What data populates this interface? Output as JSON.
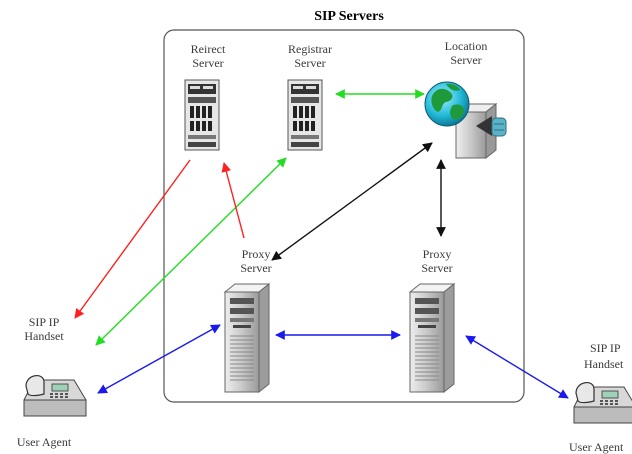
{
  "title": "SIP Servers",
  "nodes": {
    "redirect": {
      "line1": "Reirect",
      "line2": "Server"
    },
    "registrar": {
      "line1": "Registrar",
      "line2": "Server"
    },
    "location": {
      "line1": "Location",
      "line2": "Server"
    },
    "proxy_left": {
      "line1": "Proxy",
      "line2": "Server"
    },
    "proxy_right": {
      "line1": "Proxy",
      "line2": "Server"
    },
    "handset_left": {
      "line1": "SIP IP",
      "line2": "Handset",
      "caption": "User Agent"
    },
    "handset_right": {
      "line1": "SIP IP",
      "line2": "Handset",
      "caption": "User Agent"
    }
  },
  "connections": [
    {
      "from": "redirect",
      "to": "handset_left",
      "color": "#ff2020"
    },
    {
      "from": "registrar",
      "to": "handset_left",
      "color": "#22dd22"
    },
    {
      "from": "registrar",
      "to": "location",
      "color": "#22dd22"
    },
    {
      "from": "location",
      "to": "proxy_left",
      "color": "#111111"
    },
    {
      "from": "location",
      "to": "proxy_right",
      "color": "#111111"
    },
    {
      "from": "proxy_left",
      "to": "redirect",
      "color": "#ff2020"
    },
    {
      "from": "proxy_left",
      "to": "handset_left",
      "color": "#1a1aee"
    },
    {
      "from": "proxy_left",
      "to": "proxy_right",
      "color": "#1a1aee"
    },
    {
      "from": "proxy_right",
      "to": "handset_right",
      "color": "#1a1aee"
    }
  ],
  "colors": {
    "panel_border": "#555555",
    "globe": "#1f9a3a",
    "server_body": "#d9d9d9"
  }
}
